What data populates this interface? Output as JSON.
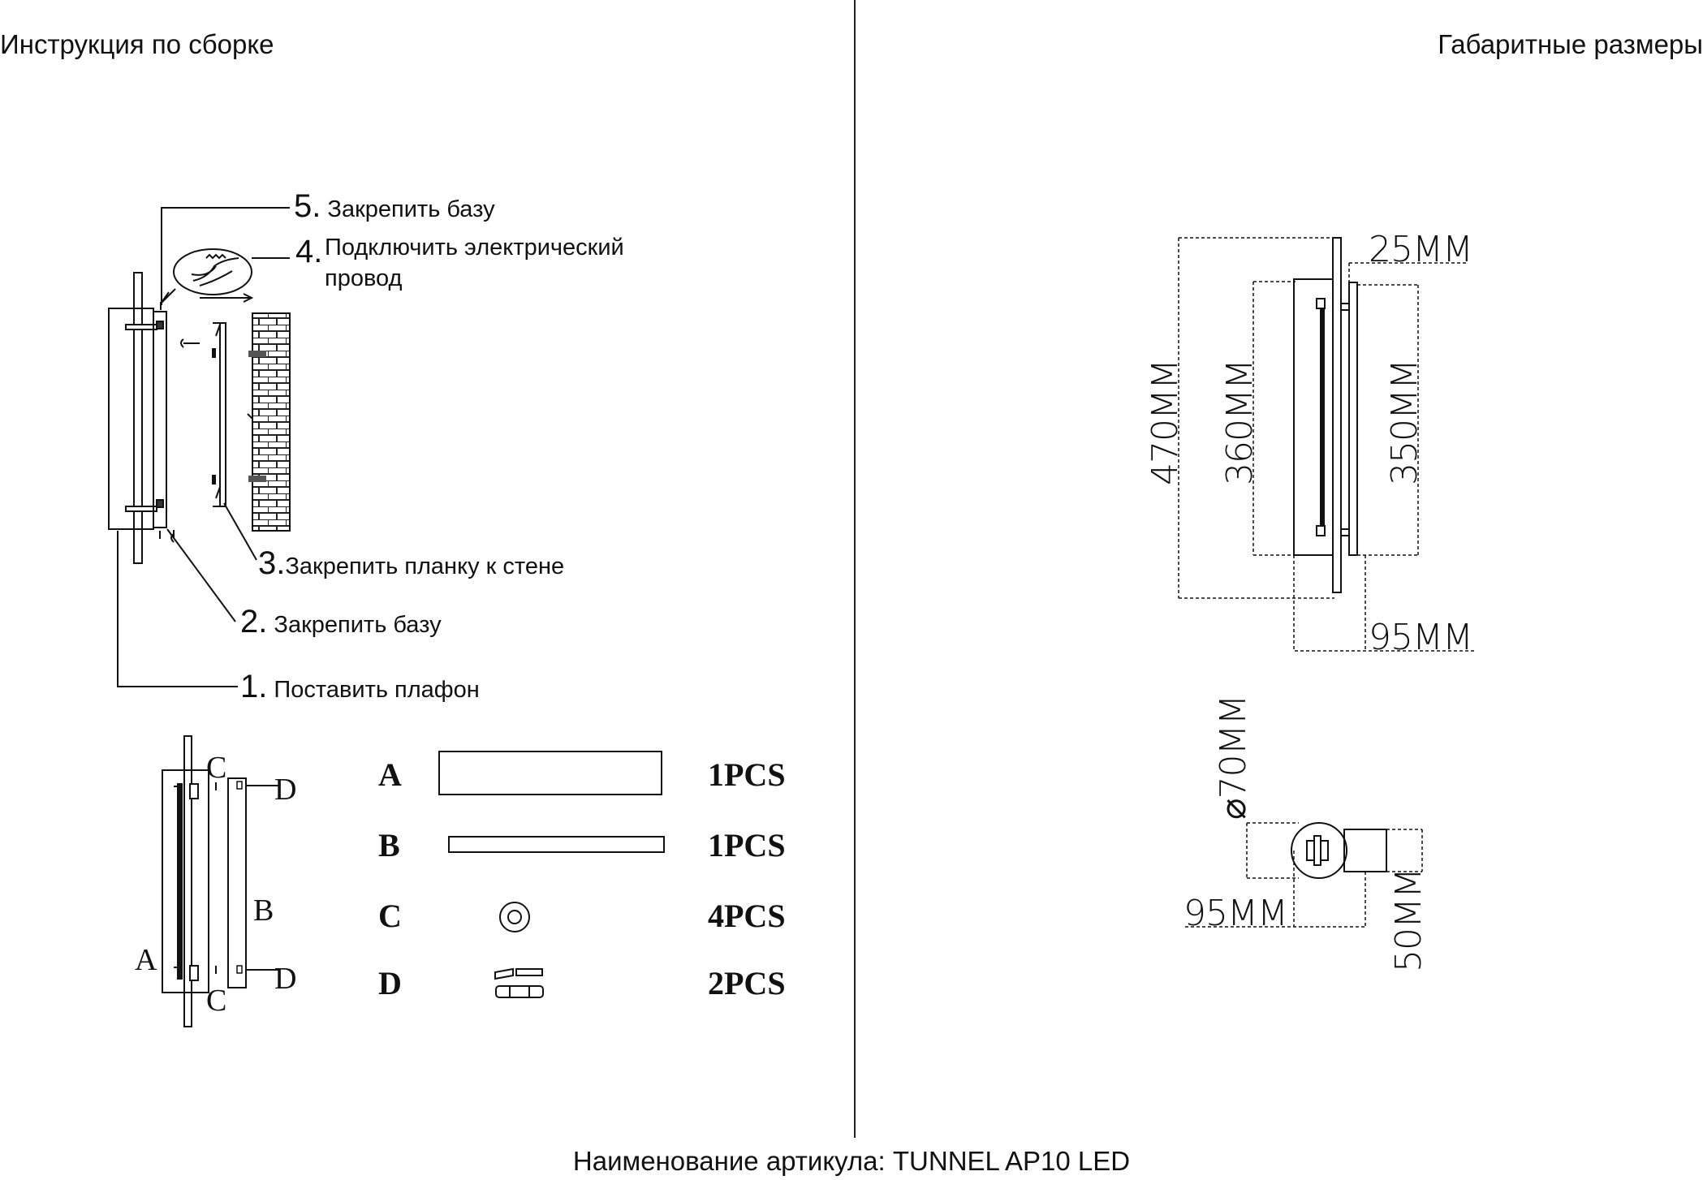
{
  "header": {
    "left_title": "Инструкция по сборке",
    "right_title": "Габаритные размеры"
  },
  "assembly_steps": [
    {
      "num": "5.",
      "text": "Закрепить базу"
    },
    {
      "num": "4.",
      "text": "Подключить электрический",
      "text2": "провод"
    },
    {
      "num": "3.",
      "text": "Закрепить планку к стене"
    },
    {
      "num": "2.",
      "text": "Закрепить базу"
    },
    {
      "num": "1.",
      "text": "Поставить плафон"
    }
  ],
  "part_callouts": {
    "a": "A",
    "b": "B",
    "c": "C",
    "d": "D"
  },
  "parts": [
    {
      "letter": "A",
      "qty": "1PCS"
    },
    {
      "letter": "B",
      "qty": "1PCS"
    },
    {
      "letter": "C",
      "qty": "4PCS"
    },
    {
      "letter": "D",
      "qty": "2PCS"
    }
  ],
  "dimensions": {
    "depth_top": "25MM",
    "height_total": "470MM",
    "height_shade": "360MM",
    "height_base": "350MM",
    "depth_bottom": "95MM",
    "diameter": "⌀70MM",
    "side_depth": "95MM",
    "side_width": "50MM"
  },
  "footer": {
    "article": "Наименование артикула: TUNNEL AP10 LED"
  }
}
